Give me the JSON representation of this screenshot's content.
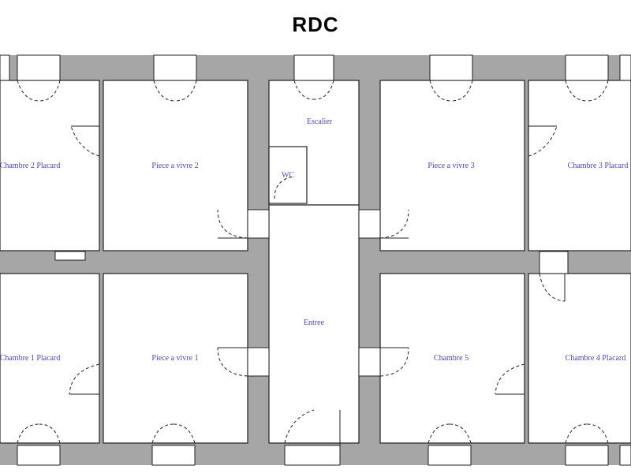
{
  "plan": {
    "title": "RDC",
    "rooms": {
      "chambre2": "Chambre 2  Placard",
      "piece2": "Piece a vivre 2",
      "escalier": "Escalier",
      "wc": "WC",
      "piece3": "Piece a vivre 3",
      "chambre3": "Chambre 3  Placard",
      "chambre1": "Chambre 1  Placard",
      "piece1": "Piece a vivre 1",
      "entree": "Entree",
      "chambre5": "Chambre 5",
      "chambre4": "Chambre 4  Placard"
    },
    "colors": {
      "wall": "#a6a6a6",
      "stair": "#22dd22",
      "label": "#4a4aa8"
    }
  }
}
